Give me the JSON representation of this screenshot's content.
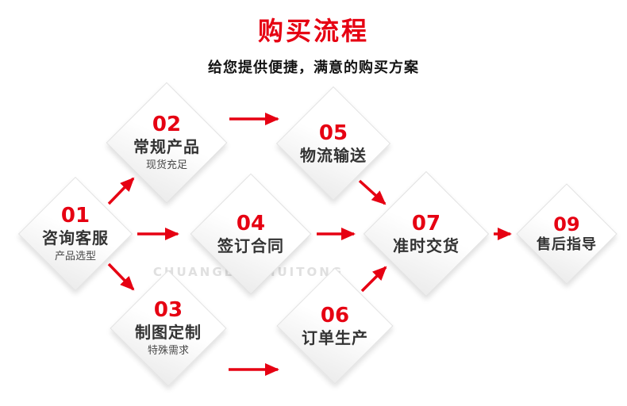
{
  "header": {
    "title": "购买流程",
    "subtitle": "给您提供便捷，满意的购买方案"
  },
  "watermark": {
    "latin": "CHUANGLIANHUITONG"
  },
  "colors": {
    "accent": "#e60012",
    "label_text": "#333333",
    "diamond_fill": "#ffffff",
    "watermark_gray": "#e0e0e0"
  },
  "steps": [
    {
      "number": "01",
      "label": "咨询客服",
      "sublabel": "产品选型"
    },
    {
      "number": "02",
      "label": "常规产品",
      "sublabel": "现货充足"
    },
    {
      "number": "03",
      "label": "制图定制",
      "sublabel": "特殊需求"
    },
    {
      "number": "04",
      "label": "签订合同"
    },
    {
      "number": "05",
      "label": "物流输送"
    },
    {
      "number": "06",
      "label": "订单生产"
    },
    {
      "number": "07",
      "label": "准时交货"
    },
    {
      "number": "09",
      "label": "售后指导"
    }
  ],
  "connections": [
    [
      "01",
      "02"
    ],
    [
      "01",
      "04"
    ],
    [
      "01",
      "03"
    ],
    [
      "02",
      "05"
    ],
    [
      "05",
      "07"
    ],
    [
      "04",
      "07"
    ],
    [
      "03",
      "06"
    ],
    [
      "06",
      "07"
    ],
    [
      "07",
      "09"
    ]
  ]
}
